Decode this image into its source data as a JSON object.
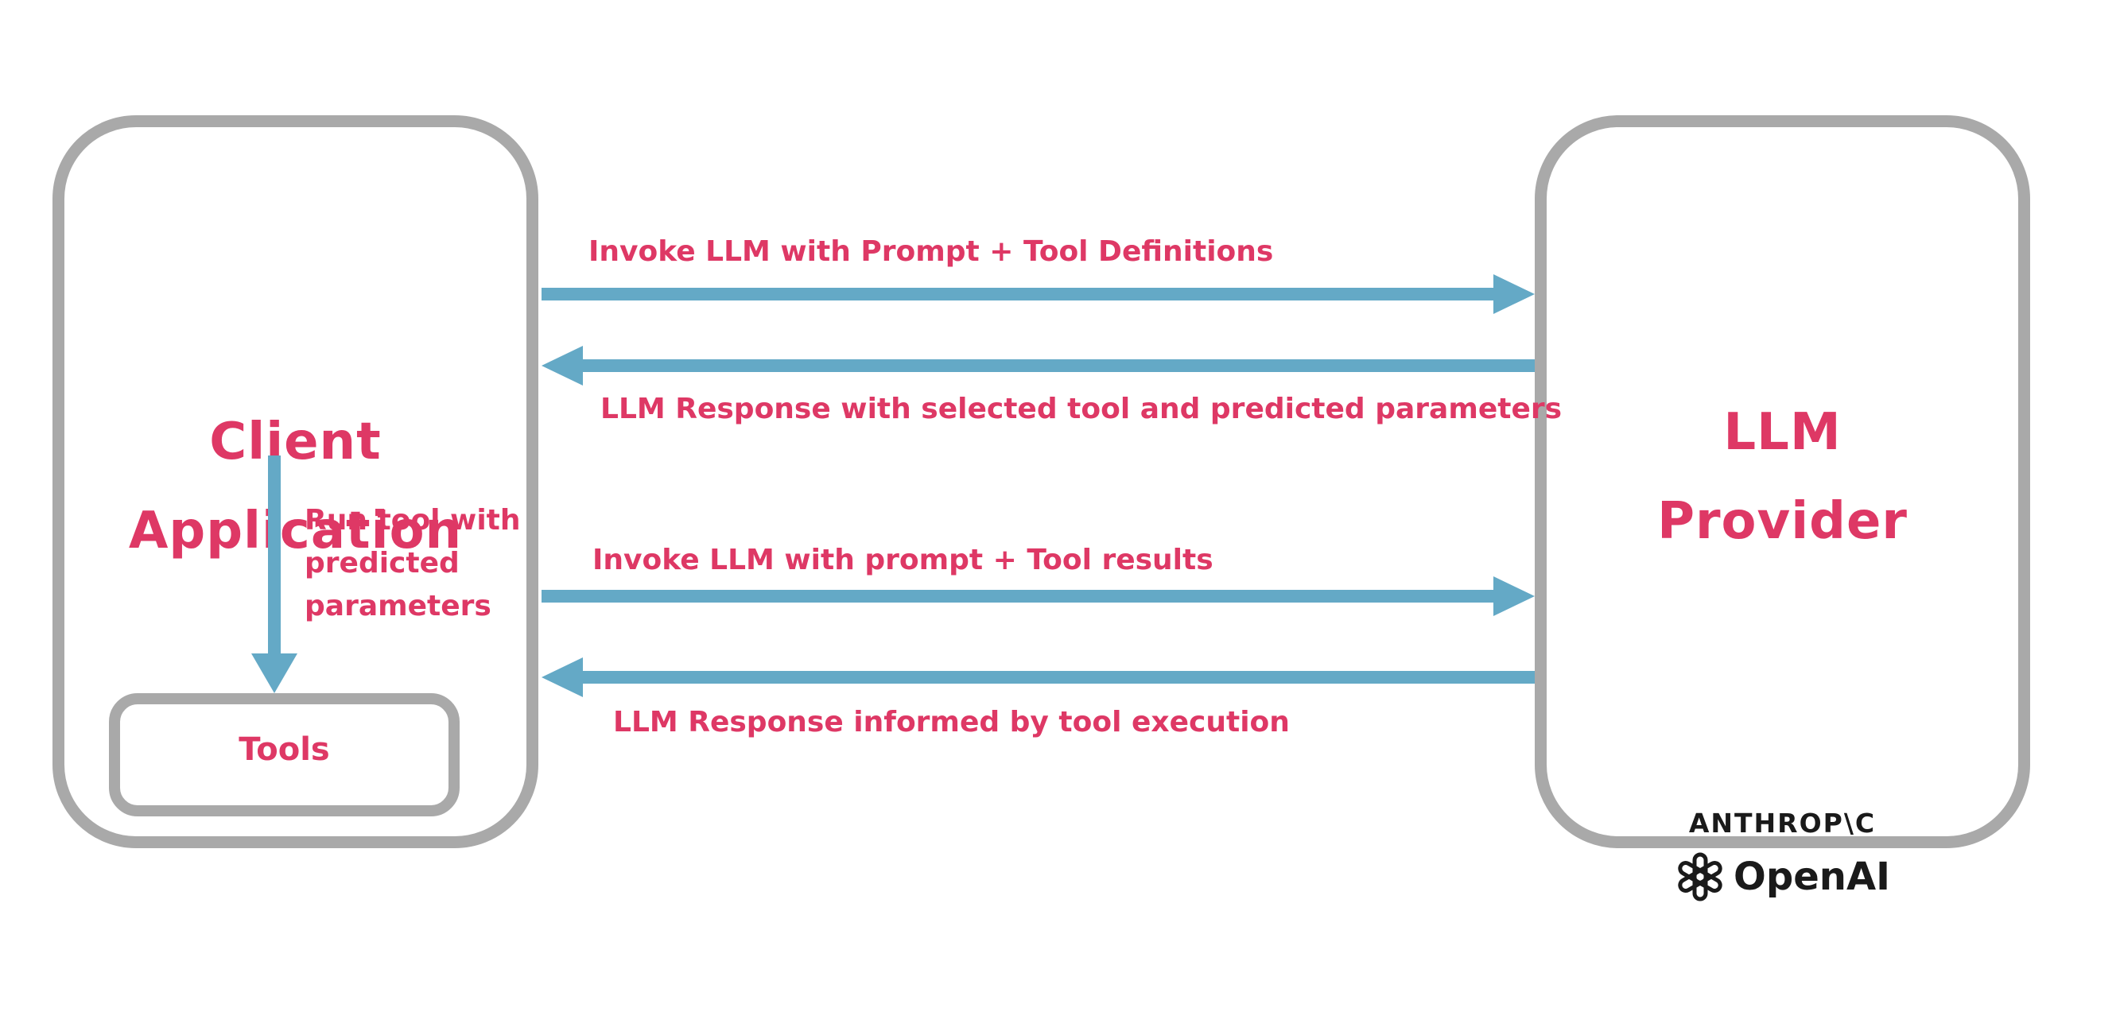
{
  "client_box": {
    "title_lines": [
      "Client",
      "Application"
    ],
    "run_tool_note_lines": [
      "Run tool with",
      "predicted",
      "parameters"
    ],
    "tools_label": "Tools"
  },
  "llm_box": {
    "title_lines": [
      "LLM",
      "Provider"
    ],
    "providers": {
      "anthropic_wordmark": "ANTHROP\\C",
      "openai_wordmark": "OpenAI"
    }
  },
  "messages": {
    "request_tool_definitions": "Invoke LLM with Prompt + Tool Definitions",
    "response_selected_tool": "LLM Response with selected tool and predicted parameters",
    "request_tool_results": "Invoke LLM with prompt + Tool results",
    "response_informed": "LLM Response informed by tool execution"
  },
  "colors": {
    "accent_pink": "#de3865",
    "arrow_blue": "#64a9c6",
    "border_gray": "#a9a9a9",
    "logo_black": "#1a1a1a"
  }
}
